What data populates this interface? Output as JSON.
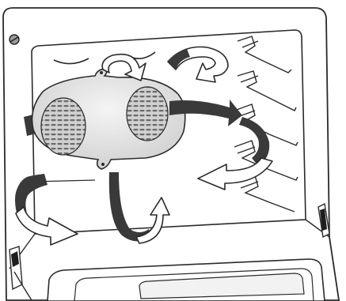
{
  "figure": {
    "subject": "oven-cavity-with-rear-fan-cover-airflow",
    "icons": [
      "screw-icon",
      "fan-cover",
      "fan-grille-left",
      "fan-grille-right",
      "shelf-runners-right",
      "lamp-bracket-right",
      "hinge-left",
      "door-bottom"
    ],
    "flows": [
      {
        "id": "airflow-top-left-loop",
        "style": "white-arrow"
      },
      {
        "id": "airflow-top-right-curl",
        "style": "white-arrow"
      },
      {
        "id": "airflow-right-swirl-upper",
        "style": "dark-band"
      },
      {
        "id": "airflow-right-swirl-lower",
        "style": "white-arrow"
      },
      {
        "id": "airflow-bottom-center-loop",
        "style": "white-arrow"
      },
      {
        "id": "airflow-bottom-left-curl",
        "style": "white-arrow"
      }
    ],
    "colors": {
      "line": "#2a2a2a",
      "dark_band": "#3a3a3a",
      "arrow_fill": "#ffffff",
      "cover_fill": "#e6e6e6",
      "grille_fill": "#bdbdbd",
      "background": "#ffffff"
    }
  }
}
